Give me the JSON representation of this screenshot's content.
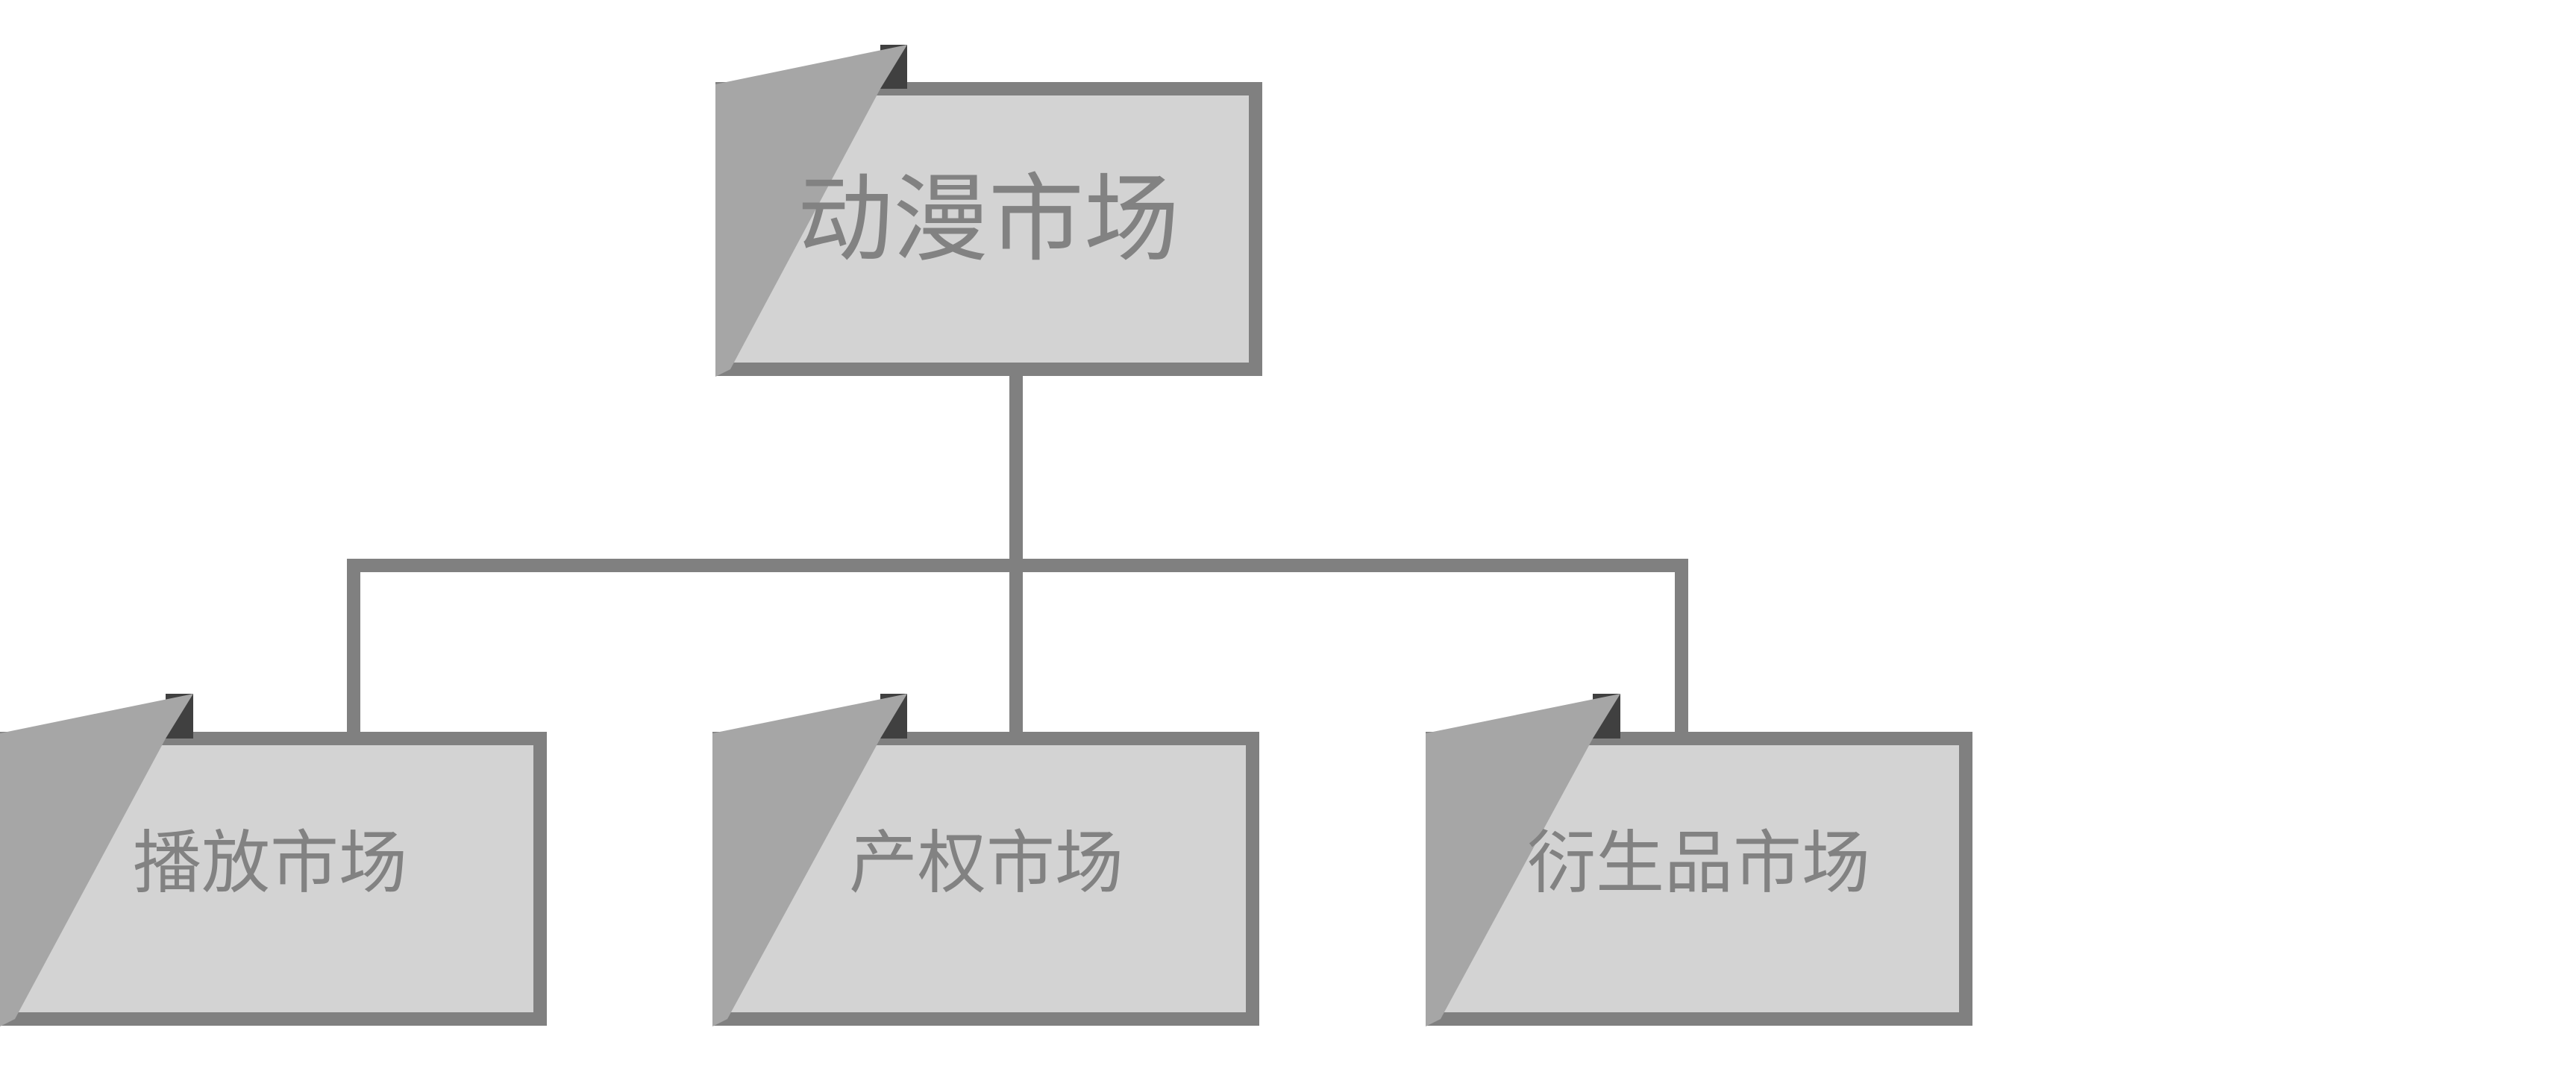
{
  "colors": {
    "box_fill": "#d3d3d3",
    "box_border": "#808080",
    "tab_fill": "#a6a6a6",
    "tab_corner": "#404040",
    "connector": "#808080",
    "text": "#828282",
    "background": "#ffffff"
  },
  "org_chart": {
    "root": {
      "label": "动漫市场"
    },
    "children": [
      {
        "label": "播放市场"
      },
      {
        "label": "产权市场"
      },
      {
        "label": "衍生品市场"
      }
    ]
  }
}
